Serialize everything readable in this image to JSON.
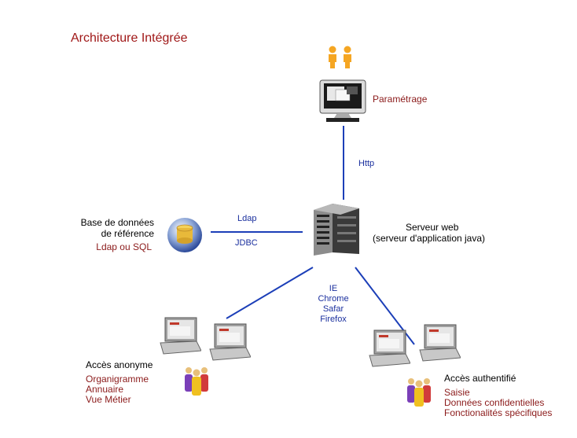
{
  "title": "Architecture Intégrée",
  "colors": {
    "title": "#a01818",
    "label_red": "#8b1a1a",
    "protocol_blue": "#1a2f9e",
    "link_line": "#1c3fb8"
  },
  "nodes": {
    "admin": {
      "label": "Paramétrage",
      "icon": "admin-users-icon"
    },
    "server": {
      "label_line1": "Serveur web",
      "label_line2": "(serveur d'application java)",
      "icon": "server-tower-icon"
    },
    "database": {
      "label_line1": "Base de données",
      "label_line2": "de référence",
      "sublabel": "Ldap ou SQL",
      "icon": "database-icon"
    },
    "anonymous": {
      "label": "Accès anonyme",
      "items": [
        "Organigramme",
        "Annuaire",
        "Vue Métier"
      ],
      "icon": "users-group-icon"
    },
    "authenticated": {
      "label": "Accès authentifié",
      "items": [
        "Saisie",
        "Données confidentielles",
        "Fonctionalités spécifiques"
      ],
      "icon": "users-group-icon"
    }
  },
  "links": {
    "http": "Http",
    "ldap": "Ldap",
    "jdbc": "JDBC",
    "browsers": [
      "IE",
      "Chrome",
      "Safar",
      "Firefox"
    ]
  }
}
